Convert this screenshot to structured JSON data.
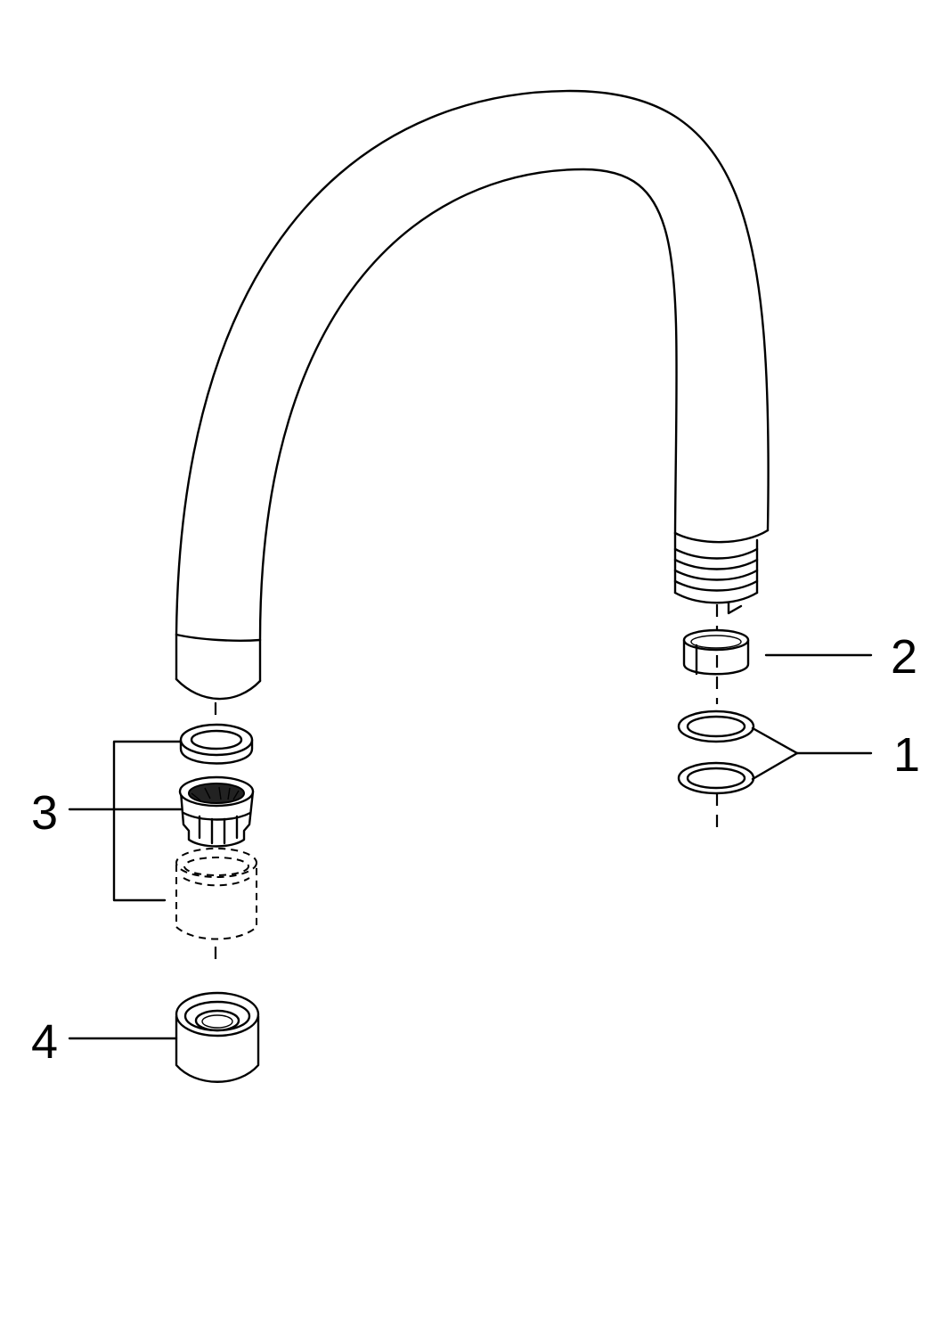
{
  "diagram": {
    "callouts": [
      {
        "id": "part-1",
        "label": "1"
      },
      {
        "id": "part-2",
        "label": "2"
      },
      {
        "id": "part-3",
        "label": "3"
      },
      {
        "id": "part-4",
        "label": "4"
      }
    ]
  },
  "colors": {
    "line": "#000000",
    "background": "#ffffff"
  }
}
